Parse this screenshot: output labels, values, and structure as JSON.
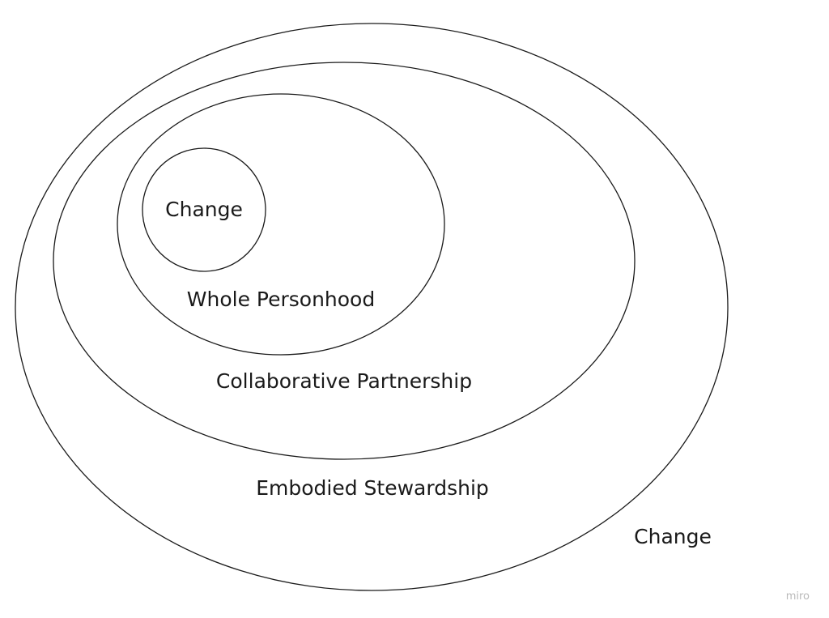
{
  "diagram": {
    "labels": {
      "inner_circle": "Change",
      "whole_personhood": "Whole Personhood",
      "collaborative_partnership": "Collaborative Partnership",
      "embodied_stewardship": "Embodied Stewardship",
      "outer_change": "Change"
    },
    "stroke_color": "#1a1a1a",
    "background_color": "#ffffff"
  },
  "watermark": {
    "text": "miro",
    "color": "#b9b9b9"
  }
}
